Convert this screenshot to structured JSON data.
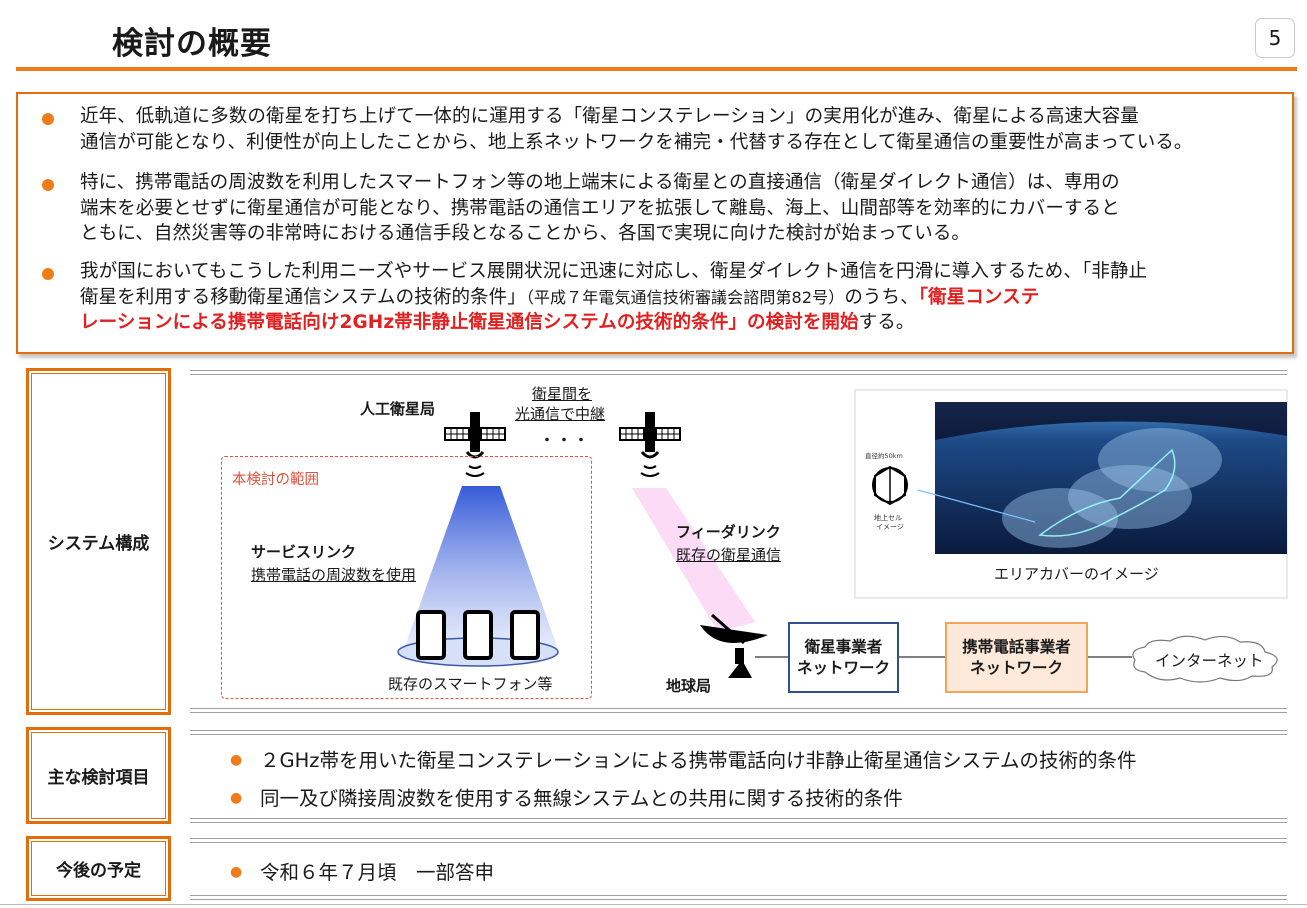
{
  "header": {
    "title": "検討の概要",
    "page_number": "5"
  },
  "summary": {
    "bullet1": {
      "line1": "近年、低軌道に多数の衛星を打ち上げて一体的に運用する「衛星コンステレーション」の実用化が進み、衛星による高速大容量",
      "line2": "通信が可能となり、利便性が向上したことから、地上系ネットワークを補完・代替する存在として衛星通信の重要性が高まっている。"
    },
    "bullet2": {
      "line1": "特に、携帯電話の周波数を利用したスマートフォン等の地上端末による衛星との直接通信（衛星ダイレクト通信）は、専用の",
      "line2": "端末を必要とせずに衛星通信が可能となり、携帯電話の通信エリアを拡張して離島、海上、山間部等を効率的にカバーすると",
      "line3": "ともに、自然災害等の非常時における通信手段となることから、各国で実現に向けた検討が始まっている。"
    },
    "bullet3": {
      "line1": "我が国においてもこうした利用ニーズやサービス展開状況に迅速に対応し、衛星ダイレクト通信を円滑に導入するため、「非静止",
      "line2a": "衛星を利用する移動衛星通信システムの技術的条件」",
      "line2b": "（平成７年電気通信技術審議会諮問第82号）",
      "line2c": "のうち、",
      "line2d": "「衛星コンステ",
      "line3a": "レーションによる携帯電話向け2GHz帯非静止衛星通信システムの技術的条件」の検討を開始",
      "line3b": "する。"
    }
  },
  "sections": {
    "system": "システム構成",
    "items": "主な検討項目",
    "schedule": "今後の予定"
  },
  "diagram": {
    "satellite_label": "人工衛星局",
    "relay_line1": "衛星間を",
    "relay_line2": "光通信で中継",
    "ellipsis": "・・・",
    "scope_label": "本検討の範囲",
    "service_link": "サービスリンク",
    "service_link_sub": "携帯電話の周波数を使用",
    "feeder_link": "フィーダリンク",
    "feeder_link_sub": "既存の衛星通信",
    "smartphones": "既存のスマートフォン等",
    "ground_station": "地球局",
    "sat_network_line1": "衛星事業者",
    "sat_network_line2": "ネットワーク",
    "mobile_network_line1": "携帯電話事業者",
    "mobile_network_line2": "ネットワーク",
    "internet": "インターネット",
    "area_caption": "エリアカバーのイメージ",
    "cell_diameter": "直径約50km",
    "cell_label_line1": "地上セル",
    "cell_label_line2": "イメージ"
  },
  "study_items": [
    "２GHz帯を用いた衛星コンステレーションによる携帯電話向け非静止衛星通信システムの技術的条件",
    "同一及び隣接周波数を使用する無線システムとの共用に関する技術的条件"
  ],
  "schedule_items": [
    "令和６年７月頃　一部答申"
  ],
  "colors": {
    "accent_orange": "#f07c19",
    "highlight_red": "#e32020",
    "navy_box": "#2f4f8f"
  }
}
